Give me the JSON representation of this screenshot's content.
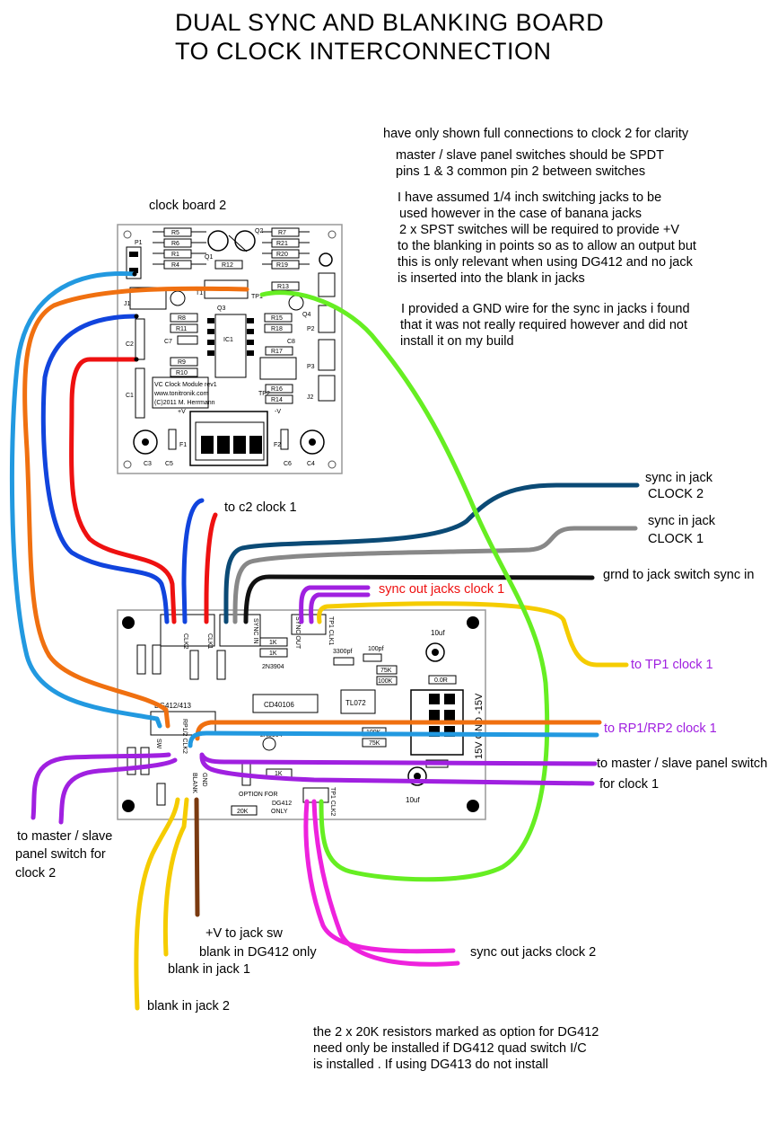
{
  "title": {
    "line1": "DUAL SYNC AND BLANKING BOARD",
    "line2": "TO CLOCK INTERCONNECTION"
  },
  "notes": {
    "n1": "have only shown full connections to clock 2 for clarity",
    "n2_l1": "master / slave panel switches should be SPDT",
    "n2_l2": "pins 1 & 3 common pin 2 between switches",
    "n3_l1": "I have assumed 1/4 inch switching jacks to be",
    "n3_l2": "used however in the case of banana jacks",
    "n3_l3": "2 x SPST switches will be required to provide +V",
    "n3_l4": "to the blanking in points so as to allow an output but",
    "n3_l5": "this is only relevant when using DG412 and no jack",
    "n3_l6": "is inserted into the blank in jacks",
    "n4_l1": "I provided a GND wire for the sync in jacks i found",
    "n4_l2": "that it was not really required however and did not",
    "n4_l3": "install it on my build",
    "n5_l1": "the 2 x 20K resistors marked as option for DG412",
    "n5_l2": "need only be installed if DG412 quad switch I/C",
    "n5_l3": "is installed . If using DG413 do not install"
  },
  "labels": {
    "clock_board_2": "clock board 2",
    "to_c2_clock1": "to c2 clock 1",
    "sync_in_clock2_l1": "sync in jack",
    "sync_in_clock2_l2": "CLOCK 2",
    "sync_in_clock1_l1": "sync in jack",
    "sync_in_clock1_l2": "CLOCK 1",
    "grnd": "grnd to jack switch sync in",
    "sync_out_clock1": "sync out jacks clock 1",
    "to_tp1": "to TP1 clock 1",
    "to_rp": "to RP1/RP2 clock 1",
    "master_slave_clock1_l1": "to master / slave panel switch",
    "master_slave_clock1_l2": "for clock 1",
    "master_slave_clock2_l1": "to master / slave",
    "master_slave_clock2_l2": "panel switch for",
    "master_slave_clock2_l3": "clock 2",
    "v_jack_l1": "+V to jack sw",
    "v_jack_l2": "blank in DG412 only",
    "blank_in_1": "blank in jack 1",
    "blank_in_2": "blank in jack 2",
    "sync_out_clock2": "sync out jacks clock 2"
  },
  "clock_pcb": {
    "resistors_left": [
      "R5",
      "R6",
      "R1",
      "R4"
    ],
    "resistors_right": [
      "R7",
      "R21",
      "R20",
      "R19"
    ],
    "r12": "R12",
    "r13": "R13",
    "mid_resistors": [
      "R8",
      "R11"
    ],
    "r15": "R15",
    "r18": "R18",
    "r17": "R17",
    "r9": "R9",
    "r10": "R10",
    "r16": "R16",
    "r14": "R14",
    "q1": "Q1",
    "q2": "Q2",
    "q3": "Q3",
    "q4": "Q4",
    "c7": "C7",
    "c8": "C8",
    "ic1": "IC1",
    "t1": "T1",
    "p1": "P1",
    "p2": "P2",
    "p3": "P3",
    "j1": "J1",
    "j2": "J2",
    "c1": "C1",
    "c2": "C2",
    "c3": "C3",
    "c4": "C4",
    "c5": "C5",
    "c6": "C6",
    "f1": "F1",
    "f2": "F2",
    "tp1": "TP1",
    "tp2": "TP2",
    "vplus": "+V",
    "vminus": "-V",
    "info_l1": "VC Clock Module rev1",
    "info_l2": "www.tonitronik.com",
    "info_l3": "(C)2011 M. Herrmann"
  },
  "sync_pcb": {
    "chip_dg": "DG412/413",
    "chip_cd": "CD40106",
    "chip_tl": "TL072",
    "transistor1": "2N3904",
    "transistor2": "2N3904",
    "r1k_a": "1K",
    "r1k_b": "1K",
    "r1k_c": "1K",
    "r75k_a": "75K",
    "r100k_a": "100K",
    "r100k_b": "100K",
    "r75k_b": "75K",
    "c3300": "3300pf",
    "c100": "100pf",
    "cap_top": "10uf",
    "cap_bot": "10uf",
    "r20k": "20K",
    "r0": "0.0R",
    "option_l1": "OPTION FOR",
    "option_l2": "DG412",
    "option_l3": "ONLY",
    "power": "15V GND -15V",
    "hdr_clk2": "CLK2",
    "hdr_clk1": "CLK1",
    "hdr_sync": "SYNC IN",
    "hdr_syncout": "SYNC OUT",
    "hdr_tp1": "TP1 CLK1",
    "hdr_bot": "TP1 CLK2",
    "sw_label": "SW",
    "rp_label": "RP1/2 CLK2",
    "blank_label": "BLANK",
    "gnd": "GND"
  },
  "colors": {
    "red": "#ee1111",
    "blue": "#1144dd",
    "orange": "#f07010",
    "lightblue": "#2299e0",
    "green": "#66ee22",
    "darkblue": "#0b4a75",
    "gray": "#888888",
    "black": "#111111",
    "purple": "#a020e0",
    "yellow": "#f5cc00",
    "magenta": "#ee22dd",
    "brown": "#7a3a10"
  }
}
